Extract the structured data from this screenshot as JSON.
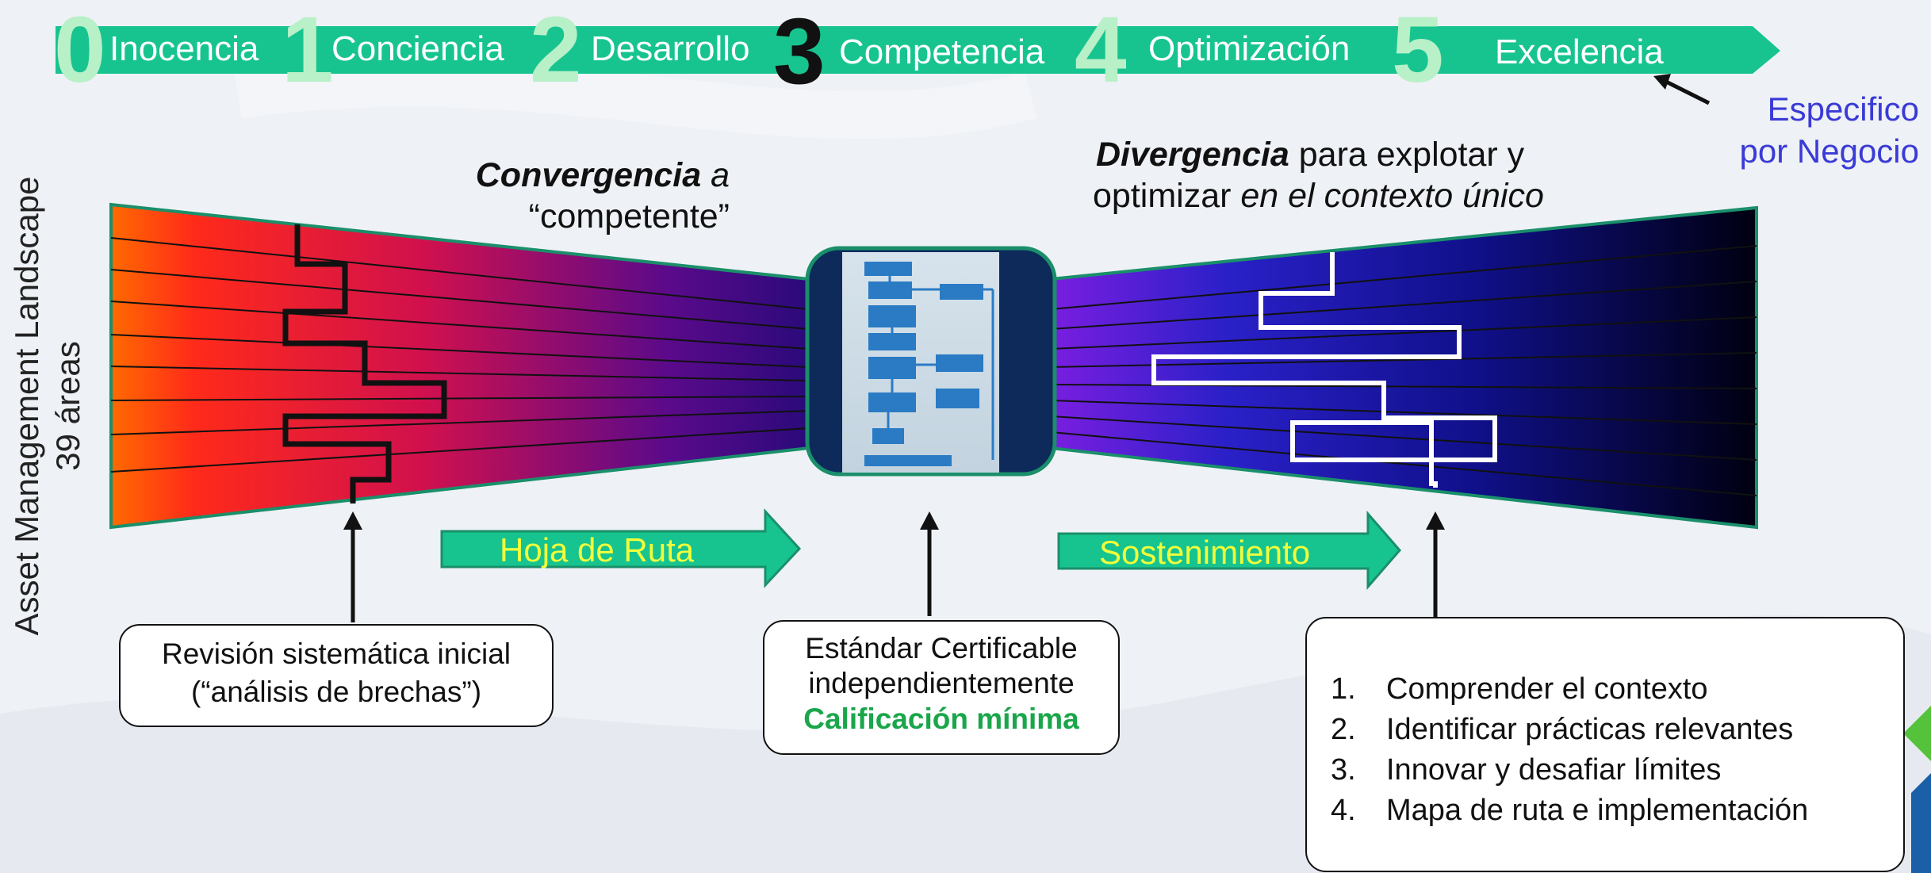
{
  "header": {
    "stages": [
      {
        "number": "0",
        "label": "Inocencia"
      },
      {
        "number": "1",
        "label": "Conciencia"
      },
      {
        "number": "2",
        "label": "Desarrollo"
      },
      {
        "number": "3",
        "label": "Competencia"
      },
      {
        "number": "4",
        "label": "Optimización"
      },
      {
        "number": "5",
        "label": "Excelencia"
      }
    ],
    "bar_color": "#17c48f",
    "digit_color": "#b8f0c8",
    "highlight_digit_color": "#111111"
  },
  "side_note": {
    "line1": "Especifico",
    "line2": "por Negocio",
    "color": "#3a3ad6"
  },
  "y_axis": {
    "line1": "Asset Management Landscape",
    "line2": "39 áreas"
  },
  "convergence": {
    "bold": "Convergencia",
    "rest": " a",
    "line2": "“competente”"
  },
  "divergence": {
    "bold": "Divergencia",
    "rest": " para explotar y",
    "line2_a": "optimizar ",
    "line2_b": "en el contexto único"
  },
  "arrows": {
    "roadmap": "Hoja de Ruta",
    "sustain": "Sostenimiento"
  },
  "callouts": {
    "review": {
      "line1": "Revisión sistemática inicial",
      "line2": "(“análisis de brechas”)"
    },
    "standard": {
      "line1": "Estándar Certificable",
      "line2": "independientemente",
      "line3": "Calificación mínima",
      "highlight_color": "#1aa64a"
    },
    "steps": [
      "Comprender el contexto",
      "Identificar prácticas relevantes",
      "Innovar y desafiar límites",
      "Mapa de ruta e implementación"
    ]
  }
}
